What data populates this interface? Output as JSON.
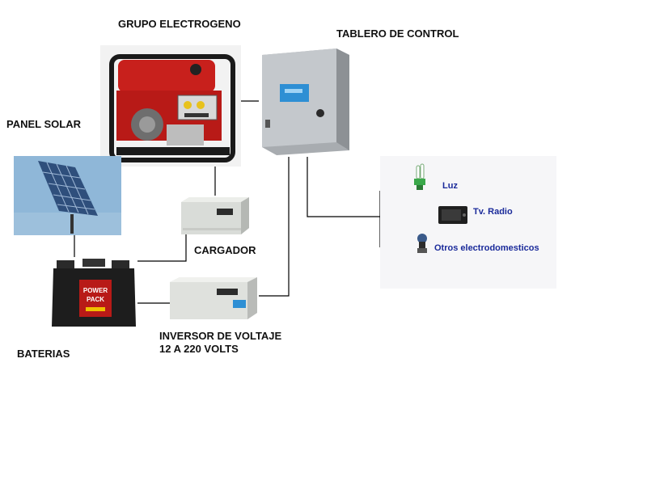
{
  "labels": {
    "generator": "GRUPO ELECTROGENO",
    "control_panel": "TABLERO DE CONTROL",
    "solar_panel": "PANEL SOLAR",
    "charger": "CARGADOR",
    "batteries": "BATERIAS",
    "inverter_line1": "INVERSOR DE VOLTAJE",
    "inverter_line2": "12 A 220 VOLTS"
  },
  "loads": [
    {
      "label": "Luz",
      "icon": "light-bulb-icon"
    },
    {
      "label": "Tv. Radio",
      "icon": "tv-icon"
    },
    {
      "label": "Otros electrodomesticos",
      "icon": "appliance-icon"
    }
  ],
  "battery_brand": {
    "line1": "POWER",
    "line2": "PACK"
  },
  "colors": {
    "generator_red": "#c8201c",
    "cabinet_gray": "#b9bdc2",
    "display_blue": "#2e8fd4",
    "label_blue": "#1a2a9a",
    "wire": "#000000"
  }
}
